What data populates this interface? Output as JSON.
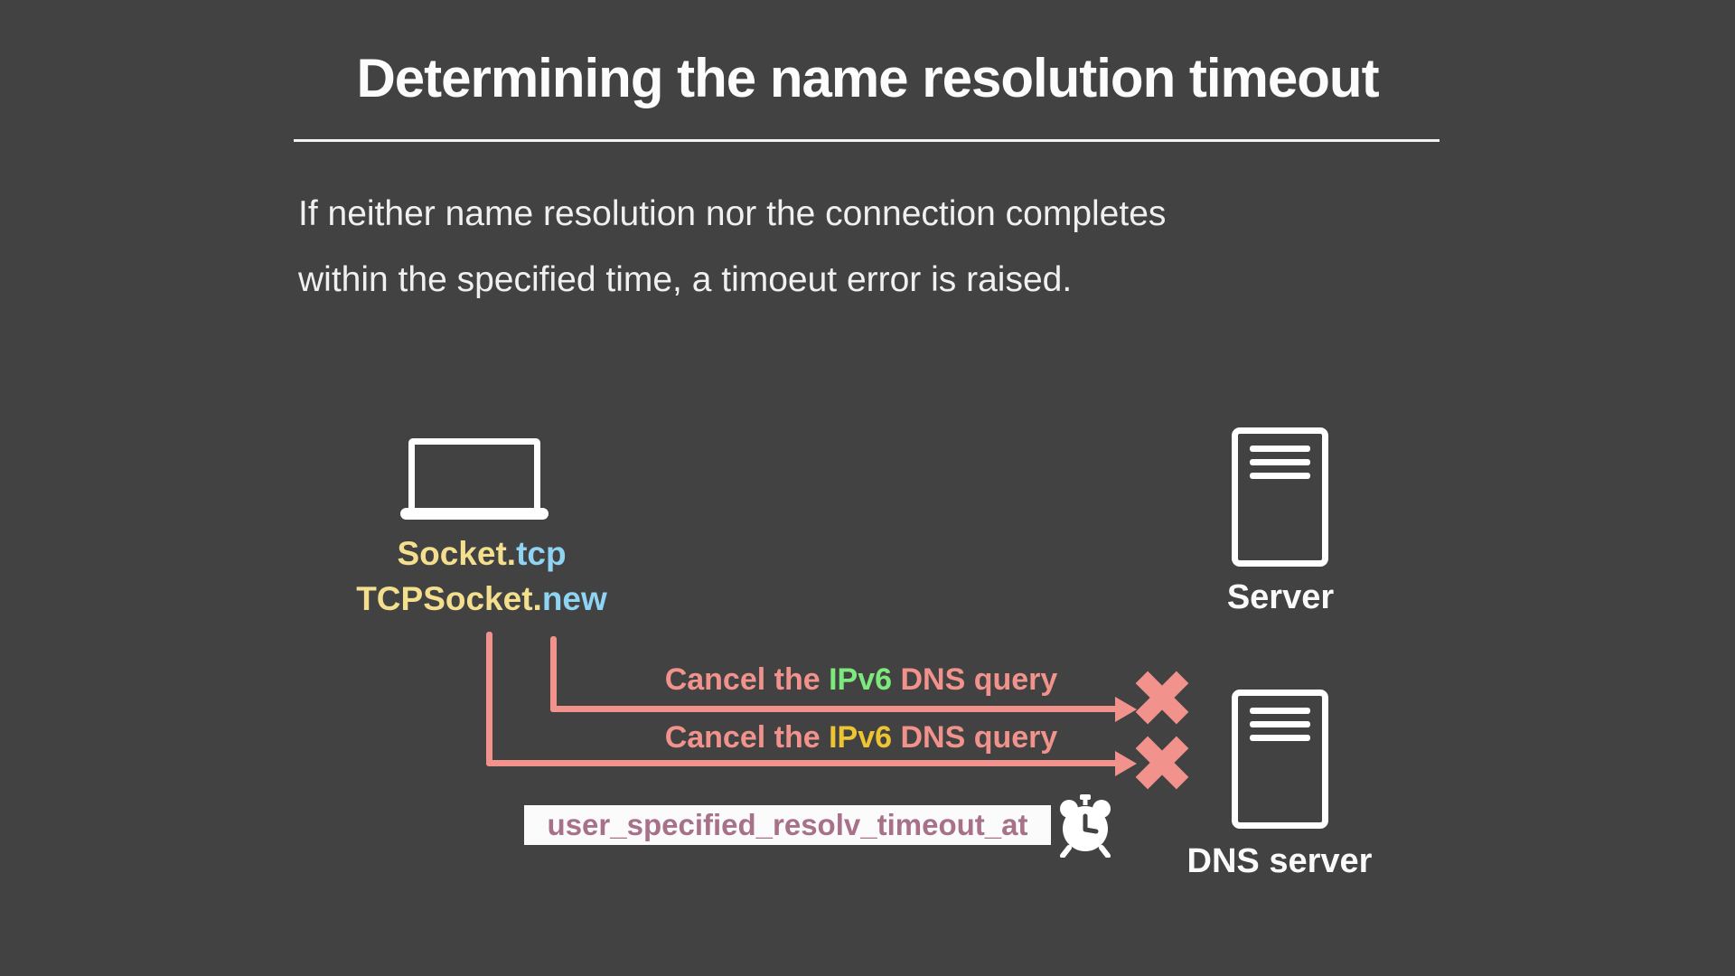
{
  "slide": {
    "title": "Determining the name resolution timeout",
    "body": {
      "line1": "If neither name resolution nor the connection completes",
      "line2": "within the specified time, a timoeut error is raised."
    },
    "client": {
      "code_line1": {
        "base": "Socket.",
        "accent": "tcp"
      },
      "code_line2": {
        "base": "TCPSocket.",
        "accent": "new"
      }
    },
    "arrows": {
      "first": {
        "prefix": "Cancel the ",
        "protocol": "IPv6",
        "suffix": " DNS query"
      },
      "second": {
        "prefix": "Cancel the ",
        "protocol": "IPv6",
        "suffix": " DNS query"
      }
    },
    "timeout_label": "user_specified_resolv_timeout_at",
    "servers": {
      "app_server_label": "Server",
      "dns_server_label": "DNS server"
    },
    "colors": {
      "background": "#424242",
      "text": "#f0f0f0",
      "code_base": "#f3df8d",
      "code_accent": "#8fd4f2",
      "arrow": "#f2928c",
      "protocol_first_highlight": "#7de97d",
      "protocol_second_highlight": "#eec433",
      "timeout_box_bg": "#fbfbfb",
      "timeout_text": "#a8718a"
    }
  }
}
